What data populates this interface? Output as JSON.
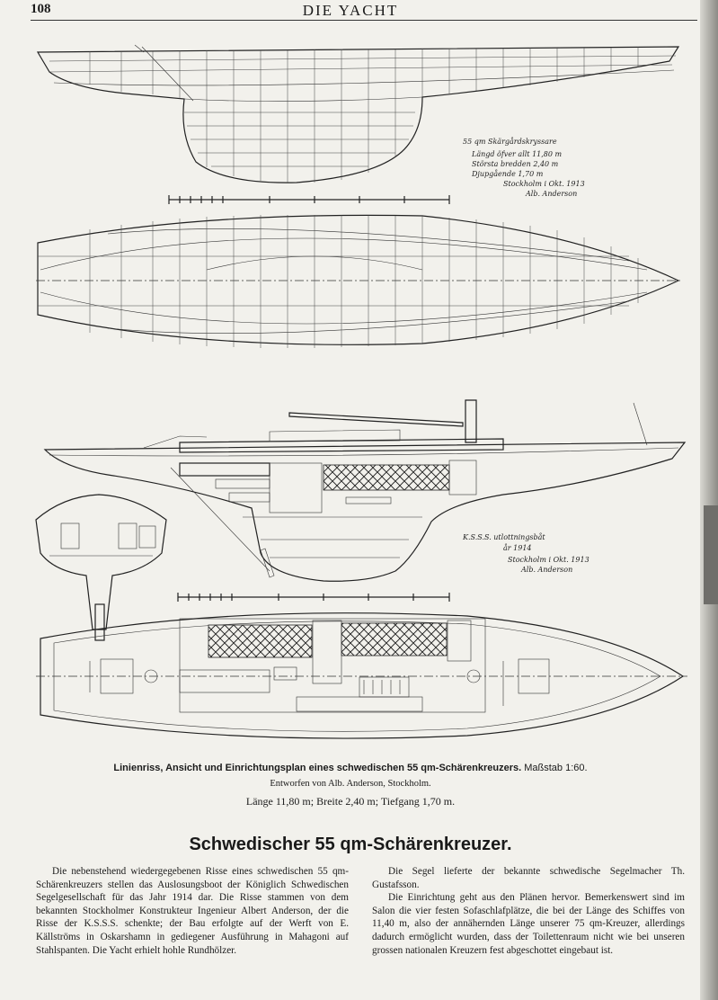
{
  "header": {
    "page_number": "108",
    "running_title": "DIE YACHT"
  },
  "figure": {
    "lines_plan": {
      "note_line1": "55 qm Skärgårdskryssare",
      "note_line2": "Längd öfver allt 11,80 m",
      "note_line3": "Största bredden 2,40 m",
      "note_line4": "Djupgående 1,70 m",
      "note_line5": "Stockholm i Okt. 1913",
      "note_signature": "Alb. Anderson"
    },
    "arrangement_plan": {
      "note_line1": "K.S.S.S. utlottningsbåt",
      "note_line2": "år 1914",
      "note_line3": "Stockholm i Okt. 1913",
      "note_signature": "Alb. Anderson"
    },
    "caption": {
      "main": "Linienriss, Ansicht und Einrichtungsplan eines schwedischen 55 qm-Schärenkreuzers.",
      "scale": "Maßstab 1:60.",
      "designer": "Entworfen von Alb. Anderson, Stockholm.",
      "dimensions": "Länge 11,80 m; Breite 2,40 m; Tiefgang 1,70 m."
    }
  },
  "article": {
    "title": "Schwedischer 55 qm-Schärenkreuzer.",
    "left_column": [
      "Die nebenstehend wiedergegebenen Risse eines schwedischen 55 qm-Schärenkreuzers stellen das Auslosungsboot der Königlich Schwedischen Segelgesellschaft für das Jahr 1914 dar. Die Risse stammen von dem bekannten Stockholmer Konstrukteur Ingenieur Albert Anderson, der die Risse der K.S.S.S. schenkte; der Bau erfolgte auf der Werft von E. Källströms in Oskarshamn in gediegener Ausführung in Mahagoni auf Stahlspanten. Die Yacht erhielt hohle Rundhölzer."
    ],
    "right_column": [
      "Die Segel lieferte der bekannte schwedische Segelmacher Th. Gustafsson.",
      "Die Einrichtung geht aus den Plänen hervor. Bemerkenswert sind im Salon die vier festen Sofaschlafplätze, die bei der Länge des Schiffes von 11,40 m, also der annähernden Länge unserer 75 qm-Kreuzer, allerdings dadurch ermöglicht wurden, dass der Toilettenraum nicht wie bei unseren grossen nationalen Kreuzern fest abgeschottet eingebaut ist."
    ]
  }
}
